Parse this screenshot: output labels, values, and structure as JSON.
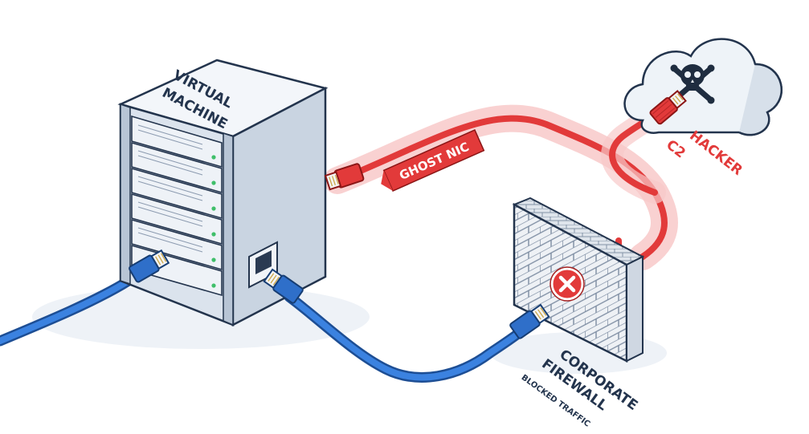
{
  "server": {
    "label_line1": "VIRTUAL",
    "label_line2": "MACHINE"
  },
  "ghost_link": {
    "label": "GHOST NIC"
  },
  "hacker": {
    "label_line1": "HACKER",
    "label_line2": "C2"
  },
  "firewall": {
    "label_line1": "CORPORATE",
    "label_line2": "FIREWALL",
    "sublabel": "BLOCKED TRAFFIC"
  },
  "colors": {
    "ethernet_blue": "#2f6fc9",
    "ghost_red": "#e23a3a",
    "server_face": "#e4ebf3",
    "outline": "#23344d"
  },
  "icons": [
    "skull-crossbones-icon",
    "blocked-x-icon",
    "ethernet-port-icon"
  ]
}
